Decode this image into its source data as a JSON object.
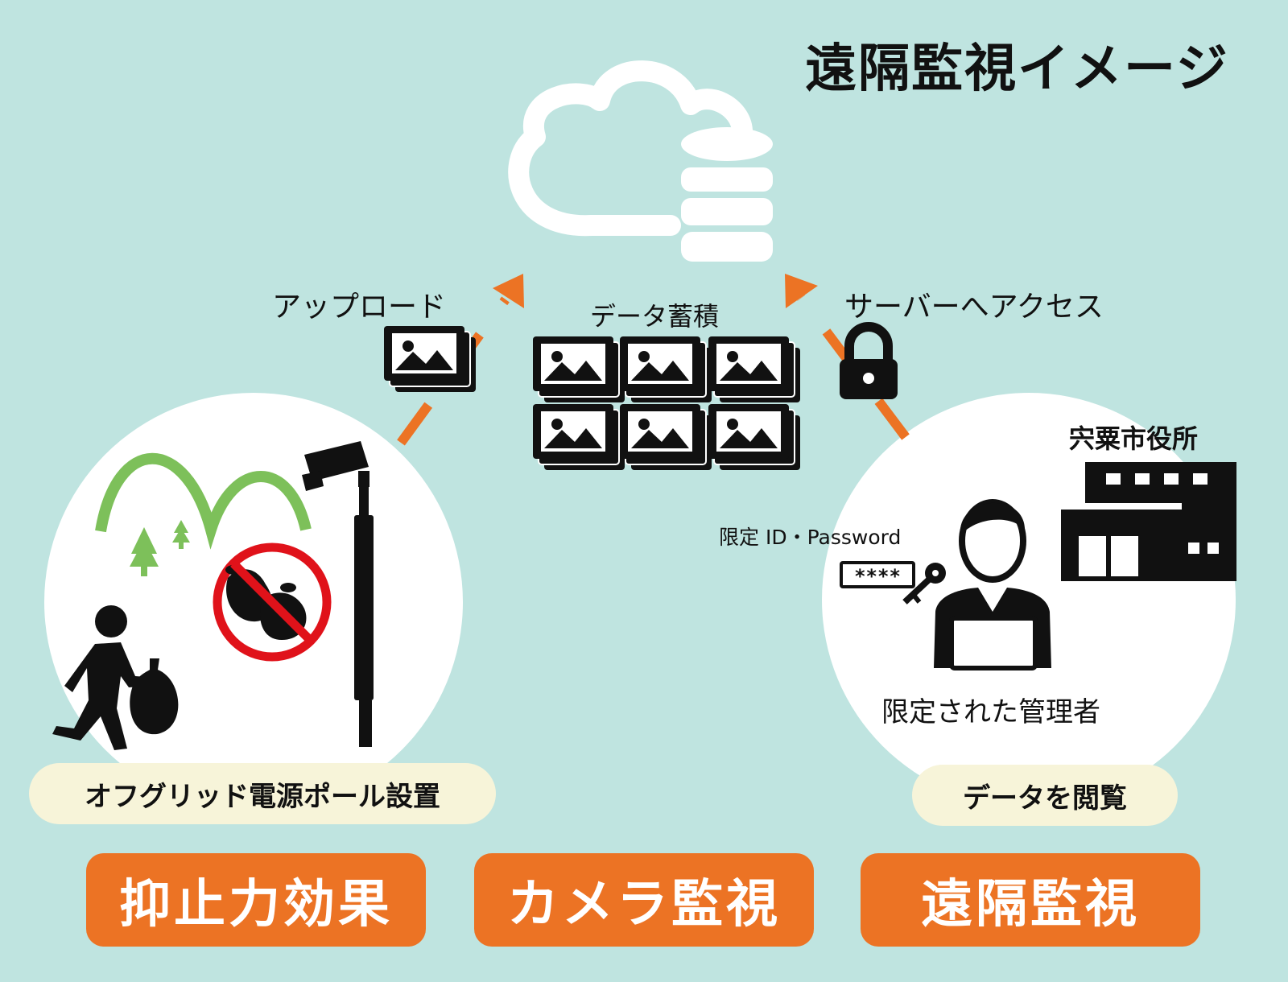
{
  "title": "遠隔監視イメージ",
  "flow": {
    "upload_label": "アップロード",
    "storage_label": "データ蓄積",
    "access_label": "サーバーへアクセス"
  },
  "left_scene": {
    "caption": "オフグリッド電源ポール設置"
  },
  "right_scene": {
    "office_label": "宍粟市役所",
    "credential_label": "限定 ID・Password",
    "password_mask": "****",
    "admin_label": "限定された管理者",
    "caption": "データを閲覧"
  },
  "buttons": [
    {
      "label": "抑止力効果"
    },
    {
      "label": "カメラ監視"
    },
    {
      "label": "遠隔監視"
    }
  ],
  "colors": {
    "background": "#bfe4e0",
    "accent_orange": "#ec7324",
    "mountain_green": "#7dc05a",
    "prohibition_red": "#e0121a",
    "caption_pill": "#f7f4d9"
  },
  "icons": [
    "cloud-icon",
    "database-icon",
    "photo-stack-icon",
    "lock-icon",
    "security-camera-icon",
    "no-dumping-icon",
    "person-dumping-trash-icon",
    "office-building-icon",
    "administrator-laptop-icon",
    "key-icon"
  ]
}
